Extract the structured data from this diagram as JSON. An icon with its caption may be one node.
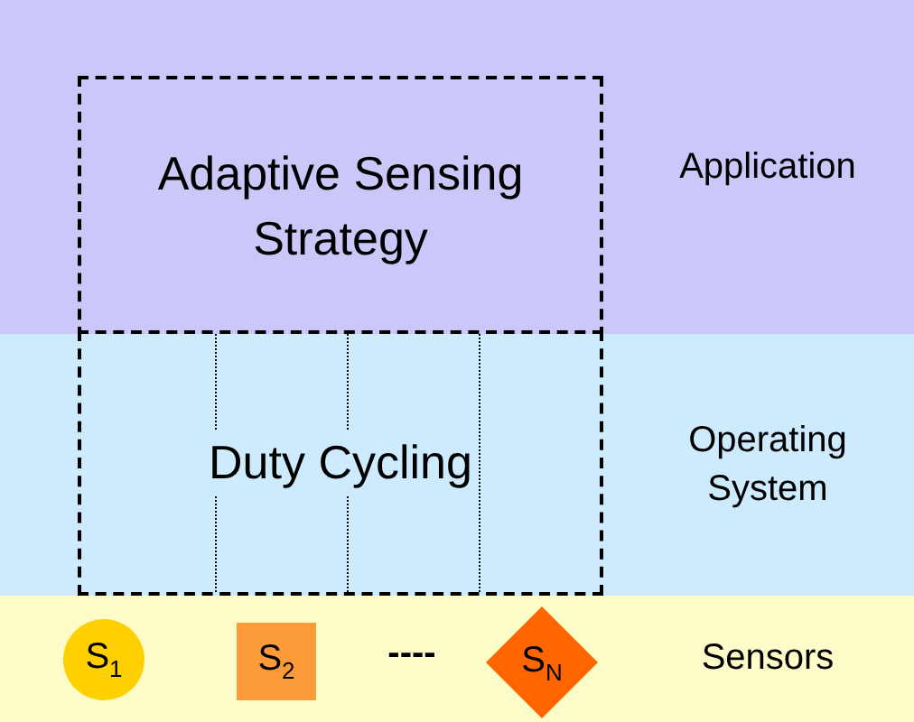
{
  "diagram": {
    "nodes": [
      {
        "text": [
          "Application"
        ]
      },
      {
        "text": [
          "Adaptive Sensing Strategy"
        ],
        "in": 0
      },
      {
        "text": [
          "Operating System"
        ]
      },
      {
        "text": [
          "Duty Cycling"
        ],
        "in": 2
      },
      {
        "text": [
          "Sensors"
        ]
      },
      {
        "text": [
          "S$_{1}$"
        ],
        "in": 4
      },
      {
        "text": [
          "S$_{2}$"
        ],
        "in": 4
      },
      {
        "text": [
          "S$_{N}$"
        ],
        "in": 4
      }
    ],
    "labels": [
      "----"
    ]
  }
}
